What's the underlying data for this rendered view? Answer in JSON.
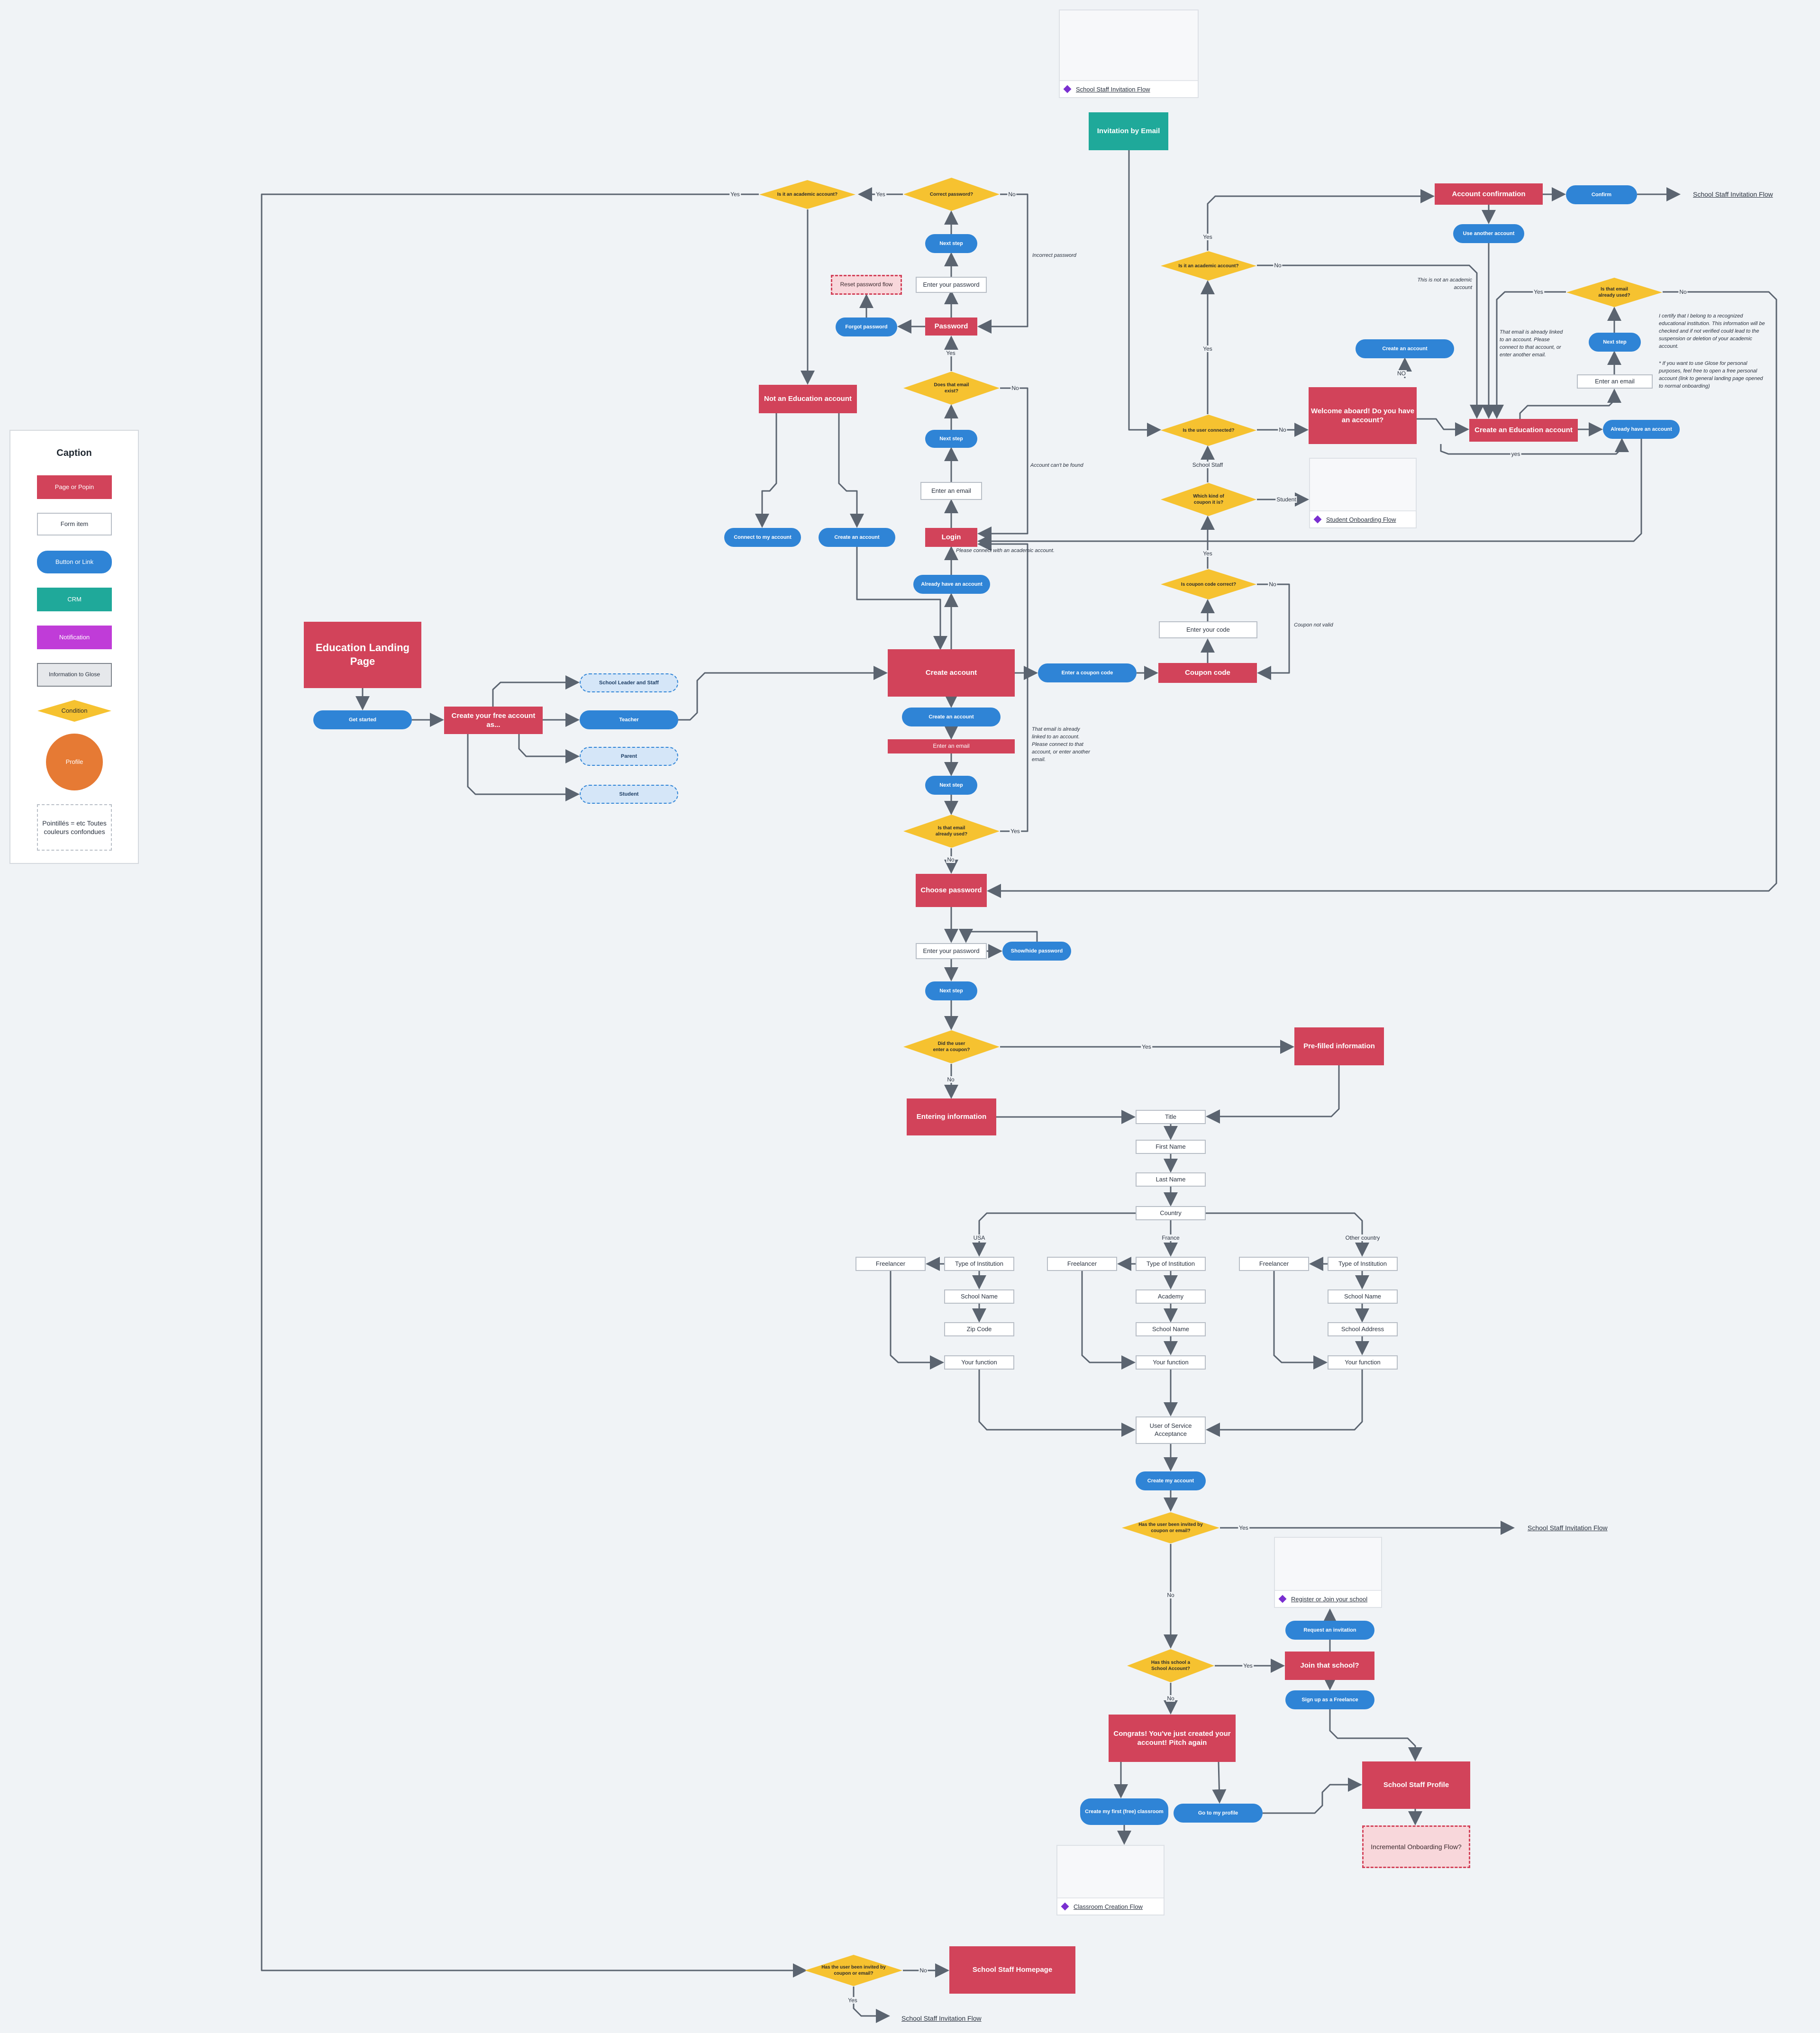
{
  "legend": {
    "title": "Caption",
    "page": "Page or Popin",
    "form": "Form item",
    "button": "Button or Link",
    "crm": "CRM",
    "notification": "Notification",
    "info": "Information to Glose",
    "condition": "Condition",
    "profile": "Profile",
    "dashed": "Pointillés = etc Toutes couleurs confondues"
  },
  "cards": {
    "invitation": "School Staff Invitation Flow",
    "student": "Student Onboarding Flow",
    "register": "Register or Join your school",
    "classroom": "Classroom Creation Flow"
  },
  "nodes": {
    "invitation_email": "Invitation by Email",
    "correct_password": "Correct password?",
    "academic_q1": "Is it an academic account?",
    "next_step_1": "Next step",
    "incorrect_password": "Incorrect password",
    "reset_password": "Reset password flow",
    "enter_password_1": "Enter your password",
    "forgot_password": "Forgot password",
    "password": "Password",
    "not_edu": "Not an Education account",
    "email_exist": "Does that email exist?",
    "next_step_2": "Next step",
    "cannot_found": "Account can't be found",
    "enter_email_1": "Enter an email",
    "connect_account": "Connect to my account",
    "create_account_btn": "Create an account",
    "login": "Login",
    "please_connect": "Please connect with an academic account.",
    "already_have_1": "Already have an account",
    "landing": "Education Landing Page",
    "get_started": "Get started",
    "free_account": "Create your free account as...",
    "school_leader": "School Leader and Staff",
    "teacher": "Teacher",
    "parent": "Parent",
    "student": "Student",
    "create_account_page": "Create account",
    "create_account_btn2": "Create an account",
    "enter_email_2": "Enter an email",
    "next_step_3": "Next step",
    "email_used_1": "Is that email already used?",
    "email_linked_note": "That email is already linked to an account. Please connect to that account, or enter another email.",
    "enter_coupon": "Enter a coupon code",
    "coupon_code": "Coupon code",
    "enter_code": "Enter your code",
    "coupon_correct": "Is coupon code correct?",
    "coupon_not_valid": "Coupon not valid",
    "coupon_kind": "Which kind of coupon it is?",
    "user_connected": "Is the user connected?",
    "academic_q2": "Is it an academic account?",
    "account_confirmation": "Account confirmation",
    "confirm": "Confirm",
    "use_another": "Use another account",
    "not_academic_note": "This is not an academic account",
    "email_used_2": "Is that email already used?",
    "next_step_4": "Next step",
    "enter_email_3": "Enter an email",
    "certify_note": "I certify that I belong to a recognized educational institution. This information will be checked and if not verified could lead to the suspension or deletion of your academic account.",
    "glose_note": "* If you want to use Glose for personal purposes, feel free to open a free personal account (link to general landing page opened to normal onboarding)",
    "email_linked_note_2": "That email is already linked to an account. Please connect to that account, or enter another email.",
    "create_account_btn3": "Create an account",
    "welcome": "Welcome aboard! Do you have an account?",
    "create_edu_account": "Create an Education account",
    "already_have_2": "Already have an account",
    "choose_password": "Choose password",
    "enter_password_2": "Enter your password",
    "show_hide": "Show/hide password",
    "next_step_5": "Next step",
    "did_coupon": "Did the user enter a coupon?",
    "prefilled": "Pre-filled information",
    "entering_info": "Entering information",
    "title": "Title",
    "first_name": "First Name",
    "last_name": "Last Name",
    "country": "Country",
    "freelancer_1": "Freelancer",
    "type_inst_1": "Type of Institution",
    "school_name_1": "School Name",
    "zip_code": "Zip Code",
    "your_function_1": "Your function",
    "freelancer_2": "Freelancer",
    "type_inst_2": "Type of Institution",
    "academy": "Academy",
    "school_name_2": "School Name",
    "your_function_2": "Your function",
    "freelancer_3": "Freelancer",
    "type_inst_3": "Type of Institution",
    "school_name_3": "School Name",
    "school_address": "School Address",
    "your_function_3": "Your function",
    "terms": "User of Service Acceptance",
    "create_my_account": "Create my account",
    "invited_q1": "Has the user been invited by coupon or email?",
    "school_account_q": "Has this school a School Account?",
    "join_school": "Join that school?",
    "request_invitation": "Request an invitation",
    "sign_freelance": "Sign up as a Freelance",
    "congrats": "Congrats! You've just created your account! Pitch again",
    "create_classroom": "Create my first (free) classroom",
    "go_profile": "Go to my profile",
    "staff_profile": "School Staff Profile",
    "incremental": "Incremental Onboarding Flow?",
    "invited_q2": "Has the user been invited by coupon or email?",
    "staff_homepage": "School Staff Homepage"
  },
  "edge_labels": {
    "yes": "Yes",
    "no": "No",
    "no_caps": "NO",
    "yes_lower": "yes",
    "school_staff": "School Staff",
    "student": "Student",
    "usa": "USA",
    "france": "France",
    "other_country": "Other country"
  },
  "links": {
    "invitation_flow": "School Staff Invitation Flow"
  },
  "colors": {
    "page": "#d2435a",
    "button": "#2f84d6",
    "crm": "#1fa99a",
    "notification": "#c03cd8",
    "condition": "#f6c230",
    "profile": "#e67a34",
    "wire": "#5b6470"
  }
}
